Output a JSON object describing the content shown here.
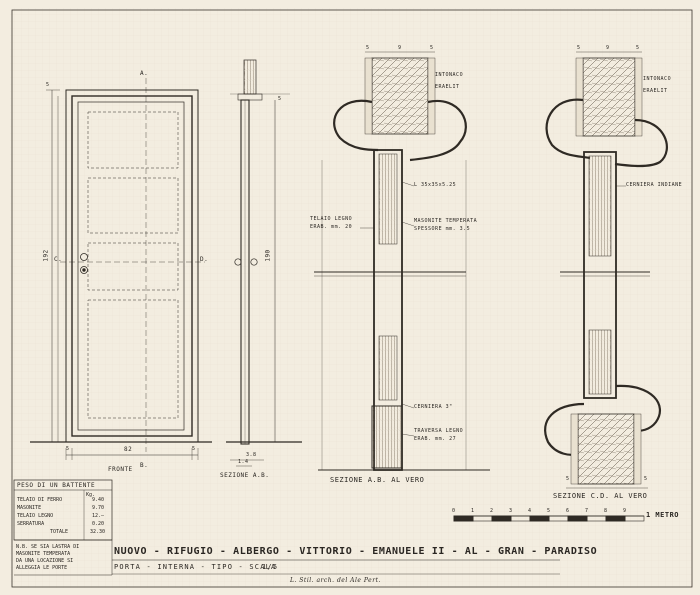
{
  "door_elevation": {
    "label_front": "FRONTE",
    "dim_total_width": "82",
    "dim_side_left": "5",
    "dim_side_right": "5",
    "dim_top": "5",
    "dim_height": "192",
    "marker_a": "A.",
    "marker_b": "B.",
    "marker_c": "C.",
    "marker_d": "D."
  },
  "section_ab_small": {
    "label": "SEZIONE A.B.",
    "dim_depth": "3.8",
    "dim_inner": "1.4",
    "dim_height": "190",
    "dim_top": "5"
  },
  "section_ab_full": {
    "title": "SEZIONE A.B. AL VERO",
    "note_wall1": "INTONACO",
    "note_wall2": "ERAELIT",
    "note_profile": "L 35x35x5.25",
    "note_frame": "TELAIO LEGNO",
    "note_frame_dim": "ERAB. mm. 20",
    "note_masonite": "MASONITE TEMPERATA",
    "note_masonite_dim": "SPESSORE mm. 3.5",
    "note_hinge": "CERNIERA 3\"",
    "note_cross": "TRAVERSA LEGNO",
    "note_cross_dim": "ERAB. mm. 27",
    "dim_top_left": "5",
    "dim_top_mid": "9",
    "dim_top_right": "5"
  },
  "section_cd_full": {
    "title": "SEZIONE C.D. AL VERO",
    "note_wall1": "INTONACO",
    "note_wall2": "ERAELIT",
    "note_hinge": "CERNIERA INDIANE",
    "dim_top_left": "5",
    "dim_top_mid": "9",
    "dim_top_right": "5",
    "dim_bot_left": "5",
    "dim_bot_right": "5"
  },
  "scale_bar": {
    "ticks": [
      "0",
      "1",
      "2",
      "3",
      "4",
      "5",
      "6",
      "7",
      "8",
      "9"
    ],
    "unit_label": "1 METRO"
  },
  "weight_table": {
    "title": "PESO DI UN BATTENTE",
    "unit": "Kg.",
    "rows": [
      {
        "item": "TELAIO DI FERRO",
        "value": "9.40"
      },
      {
        "item": "MASONITE",
        "value": "9.70"
      },
      {
        "item": "TELAIO LEGNO",
        "value": "12.—"
      },
      {
        "item": "SERRATURA",
        "value": "0.20"
      },
      {
        "item": "TOTALE",
        "value": "32.30"
      }
    ]
  },
  "footnote": {
    "line1": "N.B. SE SIA LASTRA DI",
    "line2": "MASONITE TEMPERATA",
    "line3": "DA UNA LOCAZIONE SI",
    "line4": "ALLEGGIA LE PORTE"
  },
  "title_block": {
    "title": "NUOVO - RIFUGIO - ALBERGO - VITTORIO - EMANUELE II - AL - GRAN - PARADISO",
    "subtitle_a": "PORTA - INTERNA - TIPO - SCALA",
    "subtitle_scale": "1/5",
    "signature": "L. Stil. arch. del Ale Pert."
  }
}
